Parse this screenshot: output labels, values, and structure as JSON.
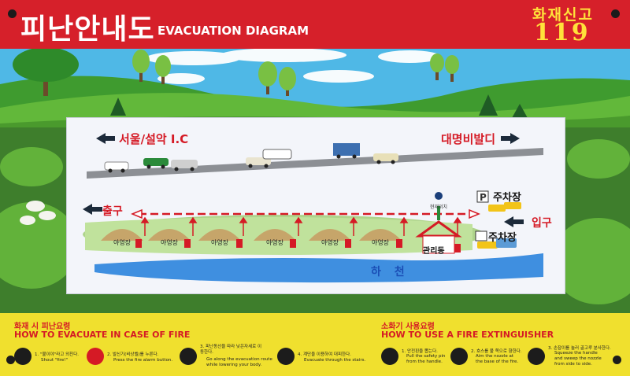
{
  "header": {
    "title_ko": "피난안내도",
    "title_en": "EVACUATION DIAGRAM",
    "fire_report_label": "화재신고",
    "fire_report_number": "119"
  },
  "map": {
    "road_left": "서울/설악 I.C",
    "road_right": "대명비발디",
    "exit": "출구",
    "entrance": "입구",
    "parking": "주차장",
    "current_location": "현재위치",
    "office": "관리동",
    "river": "하 천",
    "tent_label": "야영장"
  },
  "footer": {
    "evacuate_title_ko": "화재 시 피난요령",
    "evacuate_title_en": "HOW TO EVACUATE IN CASE OF FIRE",
    "evacuate_steps": [
      {
        "ko": "1. \"불이야\"라고 외친다.",
        "en": "Shout \"fire!\""
      },
      {
        "ko": "2. 발신기(비상벨)를 누른다.",
        "en": "Press the fire alarm button."
      },
      {
        "ko": "3. 피난동선을 따라 낮은자세로 이동한다.",
        "en": "Go along the evacuation route while lowering your body."
      },
      {
        "ko": "4. 계단을 이용하여 대피한다.",
        "en": "Evacuate through the stairs."
      }
    ],
    "extinguisher_title_ko": "소화기 사용요령",
    "extinguisher_title_en": "HOW TO USE A FIRE EXTINGUISHER",
    "extinguisher_steps": [
      {
        "ko": "1. 안전핀을 뽑는다.",
        "en": "Pull the safety pin from the handle."
      },
      {
        "ko": "2. 호스를 불 쪽으로 향한다.",
        "en": "Aim the nozzle at the base of the fire."
      },
      {
        "ko": "3. 손잡이를 눌러 골고루 분사한다.",
        "en": "Squeeze the handle and sweep the nozzle from side to side."
      }
    ]
  },
  "colors": {
    "header_red": "#d6202a",
    "accent_yellow": "#ffe13a",
    "route_red": "#d51a25",
    "footer_yellow": "#f0e02e",
    "river_blue": "#3f8fe0"
  }
}
